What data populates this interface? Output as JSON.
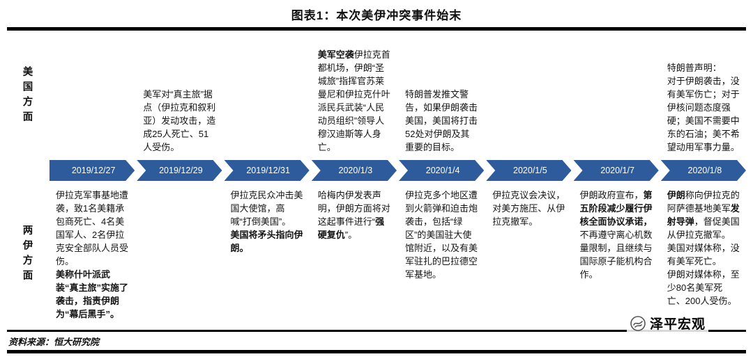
{
  "title": "图表1：本次美伊冲突事件始末",
  "labels": {
    "us": "美国方面",
    "iran": "两伊方面"
  },
  "colors": {
    "arrow_blue": "#2e5b9c",
    "bar_black": "#000000"
  },
  "timeline": {
    "dates": [
      "2019/12/27",
      "2019/12/29",
      "2019/12/31",
      "2020/1/3",
      "2020/1/4",
      "2020/1/5",
      "2020/1/7",
      "2020/1/8"
    ]
  },
  "events": {
    "us": [
      {
        "date": "2019/12/29",
        "segments": [
          {
            "t": "美军对“真主旅”据点（伊拉克和叙利亚）发动攻击，造成25人死亡、51人受伤。"
          }
        ]
      },
      {
        "date": "2020/1/3",
        "segments": [
          {
            "t": "美军空袭",
            "b": true
          },
          {
            "t": "伊拉克首都机场，伊朗“圣城旅”指挥官苏莱曼尼和伊拉克什叶派民兵武装“人民动员组织”领导人穆汉迪斯等人身亡。"
          }
        ]
      },
      {
        "date": "2020/1/4",
        "segments": [
          {
            "t": "特朗普发推文警告，如果伊朗袭击美国，美国将打击52处对伊朗及其重要的目标。"
          }
        ]
      },
      {
        "date": "2020/1/8",
        "segments": [
          {
            "t": "特朗普声明：\n对于伊朗袭击，没有美军伤亡；对于伊核问题态度强硬；美国不需要中东的石油；美不希望动用军事力量。"
          }
        ]
      }
    ],
    "iran": [
      {
        "date": "2019/12/27",
        "segments": [
          {
            "t": "伊拉克军事基地遭袭，致1名美籍承包商死亡、4名美国军人、2名伊拉克安全部队人员受伤。\n"
          },
          {
            "t": "美称什叶派武装“真主旅”实施了袭击，指责伊朗为“幕后黑手”。",
            "b": true
          }
        ]
      },
      {
        "date": "2019/12/31",
        "segments": [
          {
            "t": "伊拉克民众冲击美国大使馆，高喊“打倒美国”。\n"
          },
          {
            "t": "美国将矛头指向伊朗。",
            "b": true
          }
        ]
      },
      {
        "date": "2020/1/3",
        "segments": [
          {
            "t": "哈梅内伊发表声明，伊朗方面将对这起事件进行“"
          },
          {
            "t": "强硬复仇",
            "b": true
          },
          {
            "t": "”。"
          }
        ]
      },
      {
        "date": "2020/1/4",
        "segments": [
          {
            "t": "伊拉克多个地区遭到火箭弹和迫击炮袭击，包括“绿区”的美国驻大使馆附近，以及有美军驻扎的巴拉德空军基地。"
          }
        ]
      },
      {
        "date": "2020/1/5",
        "segments": [
          {
            "t": "伊拉克议会决议，对美方施压、从伊拉克撤军。"
          }
        ]
      },
      {
        "date": "2020/1/7",
        "segments": [
          {
            "t": "伊朗政府宣布，"
          },
          {
            "t": "第五阶段减少履行伊核全面协议承诺，",
            "b": true
          },
          {
            "t": "不再遵守离心机数量限制，且继续与国际原子能机构合作。"
          }
        ]
      },
      {
        "date": "2020/1/8",
        "segments": [
          {
            "t": "伊朗",
            "b": true
          },
          {
            "t": "称向伊拉克的阿萨德基地美军"
          },
          {
            "t": "发射导弹",
            "b": true
          },
          {
            "t": "，督促美国从伊拉克撤军。\n美国对媒体称，没有美军死亡。\n伊朗对媒体称，至少80名美军死亡、200人受伤。"
          }
        ]
      }
    ]
  },
  "source": "资料来源：恒大研究院",
  "watermark": "泽平宏观"
}
